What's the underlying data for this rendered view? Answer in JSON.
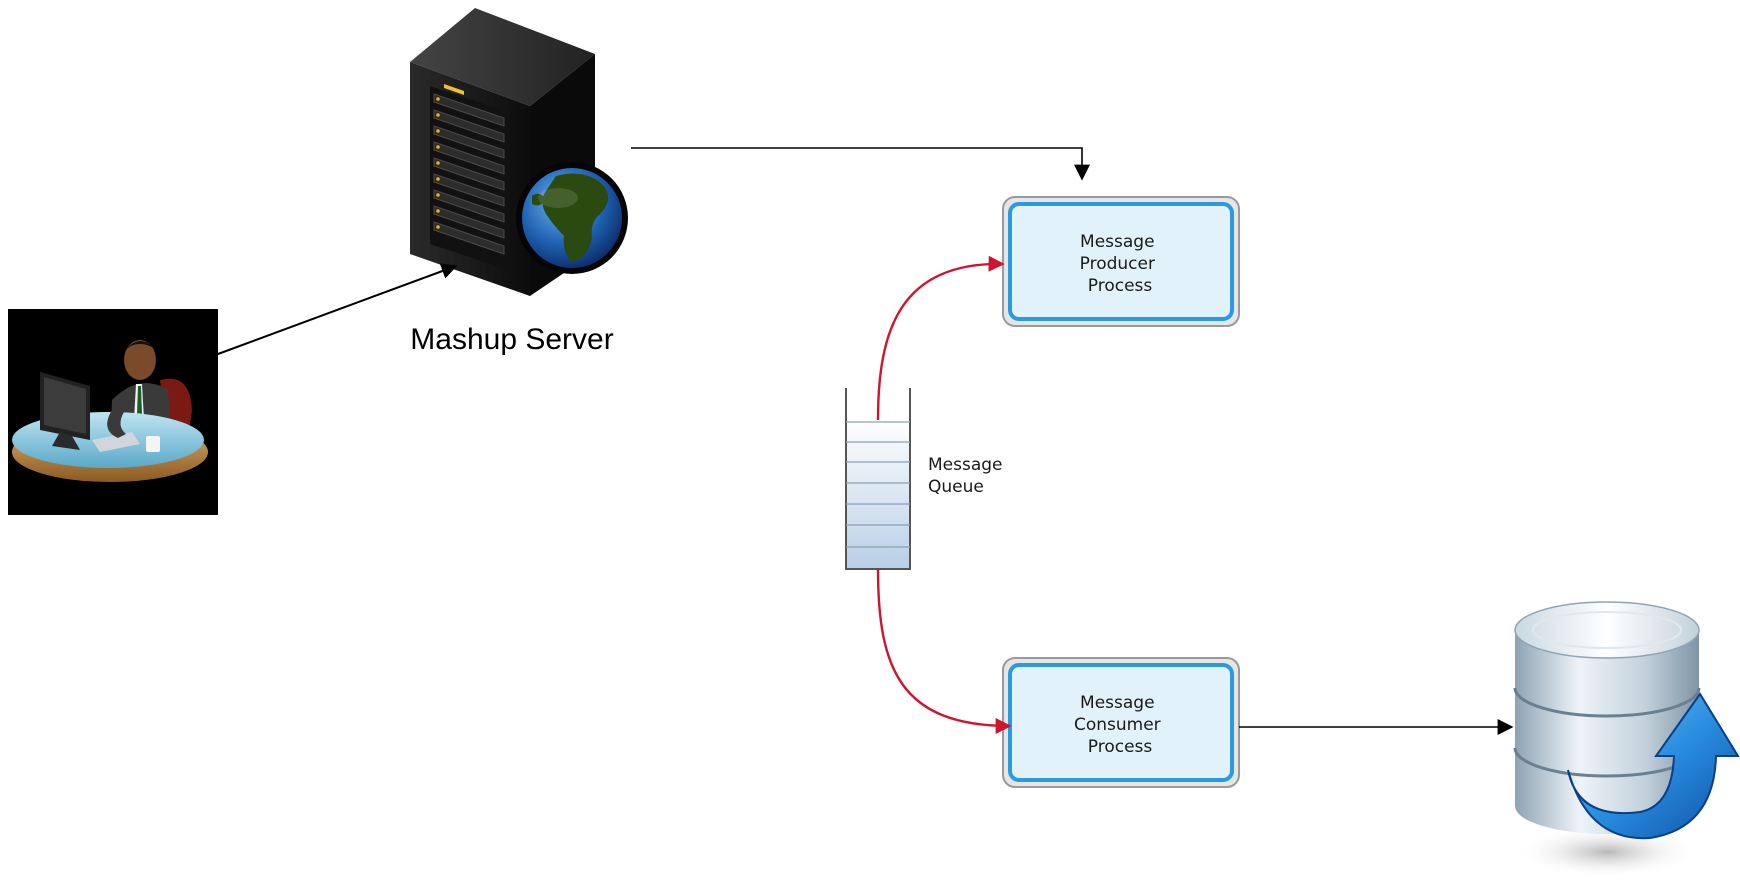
{
  "labels": {
    "server": "Mashup Server",
    "queue": [
      "Message",
      "Queue"
    ],
    "producer": [
      "Message",
      "Producer",
      "Process"
    ],
    "consumer": [
      "Message",
      "Consumer",
      "Process"
    ]
  },
  "icons": {
    "user": "user-at-desk-icon",
    "server": "server-tower-globe-icon",
    "database": "database-refresh-icon"
  },
  "colors": {
    "connector": "#000000",
    "queue_flow": "#d0142c",
    "box_border": "#2a9be0",
    "box_fill": "#e2f2fb"
  }
}
